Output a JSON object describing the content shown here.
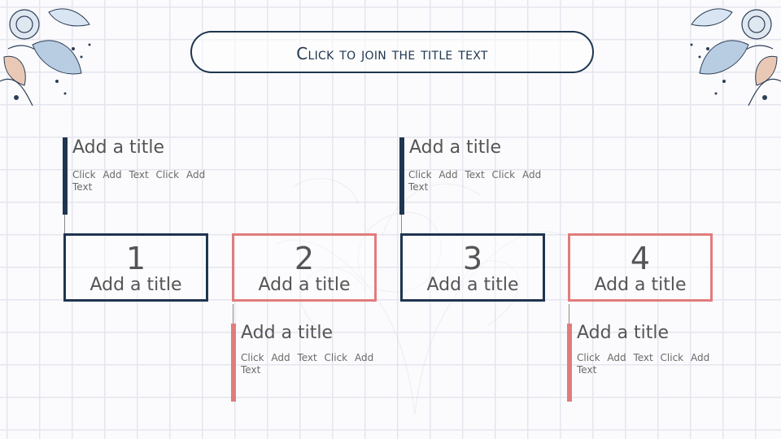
{
  "slide": {
    "title": "Click to join the title text"
  },
  "top_blocks": [
    {
      "title": "Add a title",
      "text": "Click Add Text Click Add Text"
    },
    {
      "title": "Add a title",
      "text": "Click Add Text Click Add Text"
    }
  ],
  "number_boxes": [
    {
      "number": "1",
      "title": "Add a title"
    },
    {
      "number": "2",
      "title": "Add a title"
    },
    {
      "number": "3",
      "title": "Add a title"
    },
    {
      "number": "4",
      "title": "Add a title"
    }
  ],
  "bottom_blocks": [
    {
      "title": "Add a title",
      "text": "Click Add Text Click Add Text"
    },
    {
      "title": "Add a title",
      "text": "Click Add Text Click Add Text"
    }
  ],
  "colors": {
    "navy": "#1f3550",
    "coral": "#e07c7c",
    "grid": "#e4e6ee",
    "text": "#555555"
  }
}
